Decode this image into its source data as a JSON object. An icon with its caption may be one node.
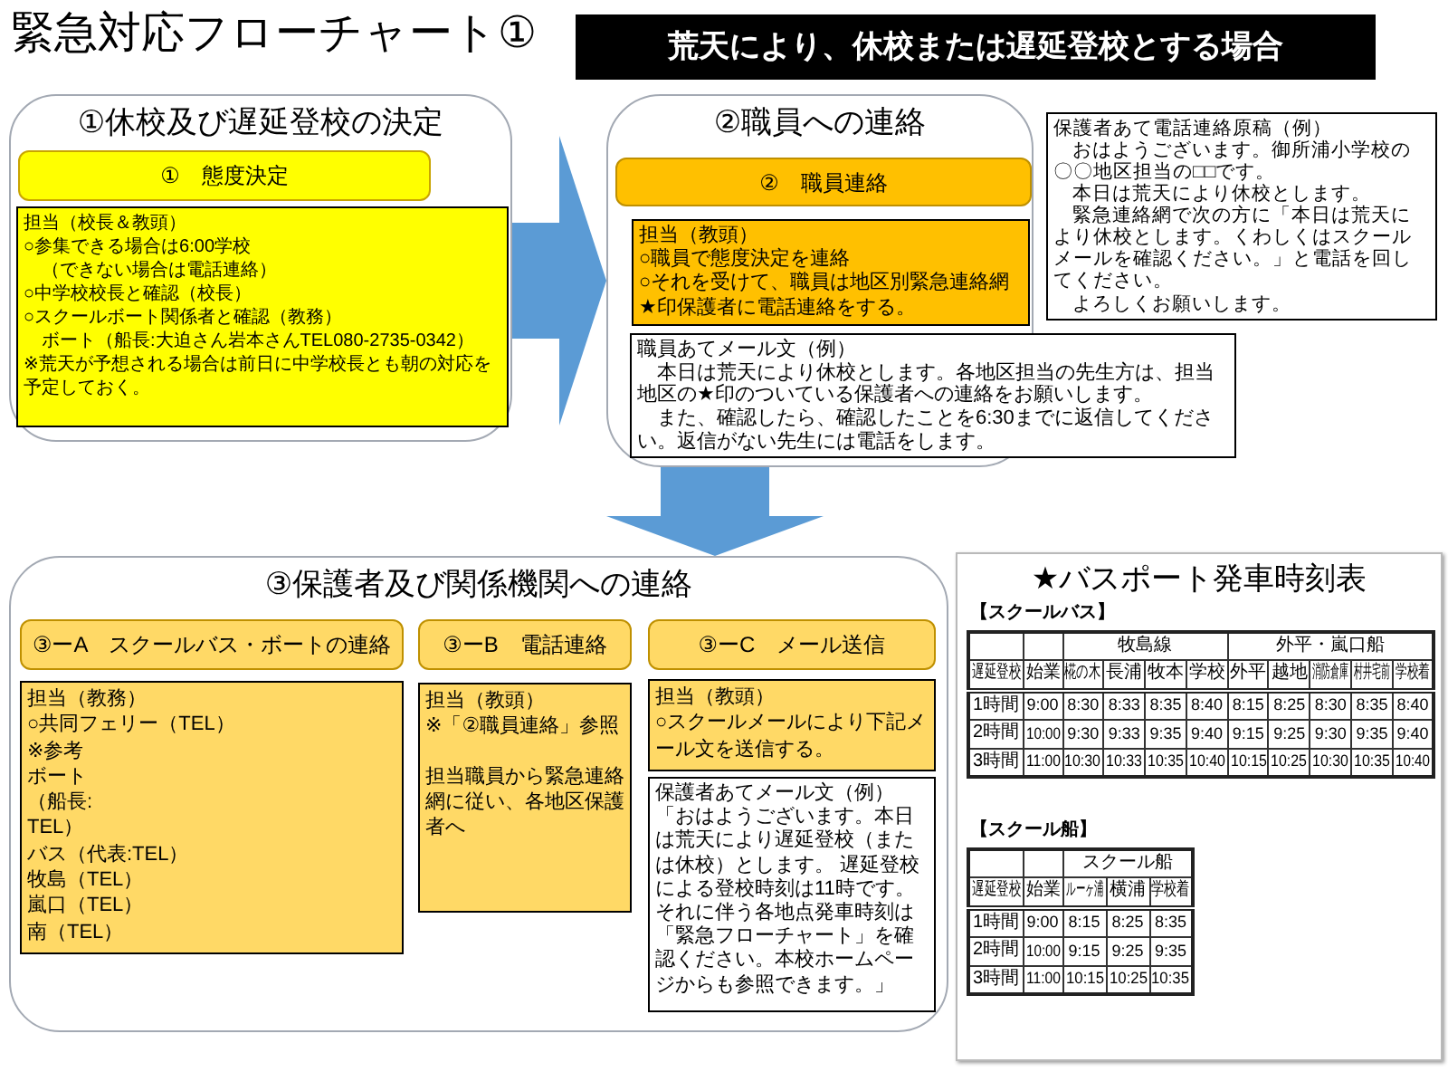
{
  "diagram": {
    "title": "緊急対応フローチャート①",
    "nodes": [
      {
        "text": [
          "①休校及び遅延登校の決定"
        ]
      },
      {
        "text": [
          "①　態度決定"
        ],
        "in": 0
      },
      {
        "text": [
          "担当（校長＆教頭）",
          "○参集できる場合は6:00学校",
          "（できない場合は電話連絡）",
          "○中学校校長と確認（校長）",
          "○スクールボート関係者と確認（教務）",
          "ボート（船長:大迫さん岩本さんTEL080-2735-0342）",
          "※荒天が予想される場合は前日に中学校長とも朝の対応を予定しておく。"
        ],
        "in": 0
      },
      {
        "text": [
          "②職員への連絡"
        ]
      },
      {
        "text": [
          "②　職員連絡"
        ],
        "in": 3
      },
      {
        "text": [
          "担当（教頭）",
          "○職員で態度決定を連絡",
          "○それを受けて、職員は地区別緊急連絡網★印保護者に電話連絡をする。"
        ],
        "in": 3
      },
      {
        "text": [
          "職員あてメール文（例）",
          "本日は荒天により休校とします。各地区担当の先生方は、担当地区の★印のついている保護者への連絡をお願いします。",
          "また、確認したら、確認したことを6:30までに返信してください。返信がない先生には電話をします。"
        ]
      },
      {
        "text": [
          "保護者あて電話連絡原稿（例）",
          "おはようございます。御所浦小学校の〇〇地区担当の□□です。",
          "本日は荒天により休校とします。",
          "緊急連絡網で次の方に「本日は荒天により休校とします。くわしくはスクールメールを確認ください。」と電話を回してください。",
          "よろしくお願いします。"
        ]
      },
      {
        "text": [
          "③保護者及び関係機関への連絡"
        ]
      },
      {
        "text": [
          "③ーA　スクールバス・ボートの連絡"
        ],
        "in": 8
      },
      {
        "text": [
          "担当（教務）",
          "○共同フェリー（TEL）",
          "※参考",
          "ボート",
          "（船長:",
          "TEL）",
          "バス（代表:TEL）",
          "牧島（TEL）",
          "嵐口（TEL）",
          "南（TEL）"
        ],
        "in": 8
      },
      {
        "text": [
          "③ーB　電話連絡"
        ],
        "in": 8
      },
      {
        "text": [
          "担当（教頭）",
          "※「②職員連絡」参照",
          "担当職員から緊急連絡網に従い、各地区保護者へ"
        ],
        "in": 8
      },
      {
        "text": [
          "③ーC　メール送信"
        ],
        "in": 8
      },
      {
        "text": [
          "担当（教頭）",
          "○スクールメールにより下記メール文を送信する。"
        ],
        "in": 8
      },
      {
        "text": [
          "保護者あてメール文（例）",
          "「おはようございます。本日は荒天により遅延登校（または休校）とします。 遅延登校による登校時刻は11時です。それに伴う各地点発車時刻は「緊急フローチャート」を確認ください。本校ホームページからも参照できます。」"
        ],
        "in": 8
      },
      {
        "text": [
          "★バスポート発車時刻表"
        ]
      }
    ],
    "edges": [
      {
        "from": 0,
        "to": 3,
        "arrow": "to"
      },
      {
        "from": 3,
        "to": 8,
        "arrow": "to"
      }
    ],
    "labels": [
      "荒天により、休校または遅延登校とする場合",
      "【スクールバス】",
      "牧島線",
      "外平・嵐口船",
      "遅延登校",
      "始業",
      "椛の木",
      "長浦",
      "牧本",
      "学校",
      "外平",
      "越地",
      "消防倉庫",
      "村井宅前",
      "学校着",
      "1時間",
      "9:00",
      "8:30",
      "8:33",
      "8:35",
      "8:40",
      "8:15",
      "8:25",
      "8:30",
      "8:35",
      "8:40",
      "2時間",
      "10:00",
      "9:30",
      "9:33",
      "9:35",
      "9:40",
      "9:15",
      "9:25",
      "9:30",
      "9:35",
      "9:40",
      "3時間",
      "11:00",
      "10:30",
      "10:33",
      "10:35",
      "10:40",
      "10:15",
      "10:25",
      "10:30",
      "10:35",
      "10:40",
      "【スクール船】",
      "スクール船",
      "遅延登校",
      "始業",
      "ルーヶ浦",
      "横浦",
      "学校着",
      "1時間",
      "9:00",
      "8:15",
      "8:25",
      "8:35",
      "2時間",
      "10:00",
      "9:15",
      "9:25",
      "9:35",
      "3時間",
      "11:00",
      "10:15",
      "10:25",
      "10:35"
    ]
  }
}
